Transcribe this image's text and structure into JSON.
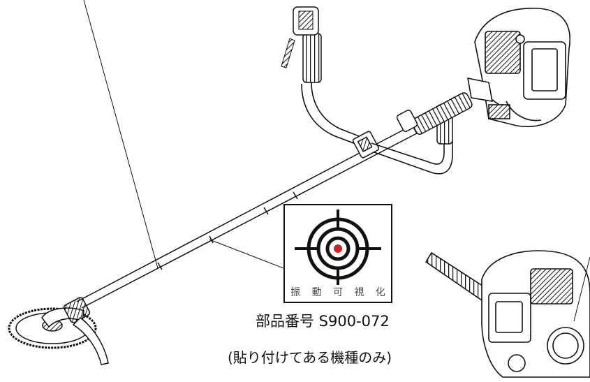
{
  "label_part_number": "部品番号 S900-072",
  "label_note": "(貼り付けてある機種のみ)",
  "sticker": {
    "chars": [
      "振",
      "動",
      "可",
      "視",
      "化"
    ],
    "target_center_color": "#d42020",
    "ring_color": "#111111"
  },
  "callout_line_color": "#111111"
}
